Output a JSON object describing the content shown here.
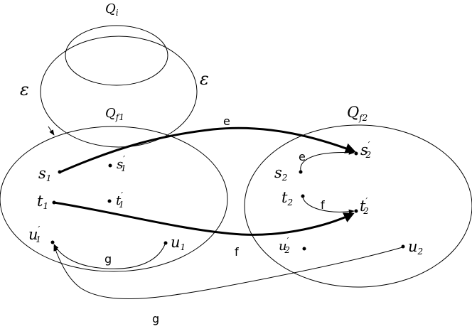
{
  "regions": {
    "qi": {
      "name": "Q",
      "sub": "i"
    },
    "qf1": {
      "name": "Q",
      "sub": "f1"
    },
    "qf2": {
      "name": "Q",
      "sub": "f2"
    }
  },
  "states": {
    "s1": {
      "name": "s",
      "sub": "1",
      "prime": ""
    },
    "s1p": {
      "name": "s",
      "sub": "1",
      "prime": "′"
    },
    "t1": {
      "name": "t",
      "sub": "1",
      "prime": ""
    },
    "t1p": {
      "name": "t",
      "sub": "1",
      "prime": "′"
    },
    "u1p": {
      "name": "u",
      "sub": "1",
      "prime": "′"
    },
    "u1": {
      "name": "u",
      "sub": "1",
      "prime": ""
    },
    "s2": {
      "name": "s",
      "sub": "2",
      "prime": ""
    },
    "s2p": {
      "name": "s",
      "sub": "2",
      "prime": "′"
    },
    "t2": {
      "name": "t",
      "sub": "2",
      "prime": ""
    },
    "t2p": {
      "name": "t",
      "sub": "2",
      "prime": "′"
    },
    "u2p": {
      "name": "u",
      "sub": "2",
      "prime": "′"
    },
    "u2": {
      "name": "u",
      "sub": "2",
      "prime": ""
    }
  },
  "edge_labels": {
    "eps_left": "ε",
    "eps_right": "ε",
    "e_long": "e",
    "e_short": "e",
    "f_long": "f",
    "f_short": "f",
    "g_short": "g",
    "g_long": "g"
  }
}
